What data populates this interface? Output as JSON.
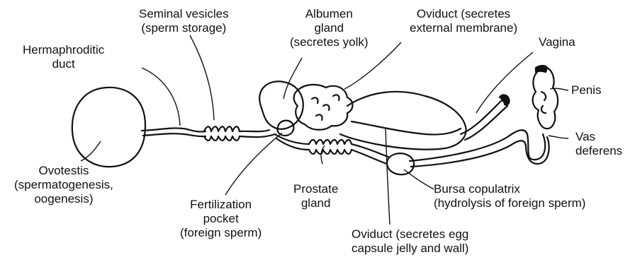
{
  "labels": {
    "seminal_vesicles": [
      "Seminal vesicles",
      "(sperm storage)"
    ],
    "albumen_gland": [
      "Albumen",
      "gland",
      "(secretes yolk)"
    ],
    "oviduct_membrane": [
      "Oviduct (secretes",
      "external membrane)"
    ],
    "hermaphroditic_duct": [
      "Hermaphroditic",
      "duct"
    ],
    "vagina": [
      "Vagina"
    ],
    "penis": [
      "Penis"
    ],
    "vas_deferens": [
      "Vas",
      "deferens"
    ],
    "ovotestis": [
      "Ovotestis",
      "(spermatogenesis,",
      "oogenesis)"
    ],
    "prostate_gland": [
      "Prostate",
      "gland"
    ],
    "bursa_copulatrix": [
      "Bursa copulatrix",
      "(hydrolysis of foreign sperm)"
    ],
    "fertilization_pocket": [
      "Fertilization",
      "pocket",
      "(foreign sperm)"
    ],
    "oviduct_egg": [
      "Oviduct (secretes egg",
      "capsule jelly and wall)"
    ]
  },
  "colors": {
    "ink": "#111111",
    "background": "#ffffff"
  }
}
